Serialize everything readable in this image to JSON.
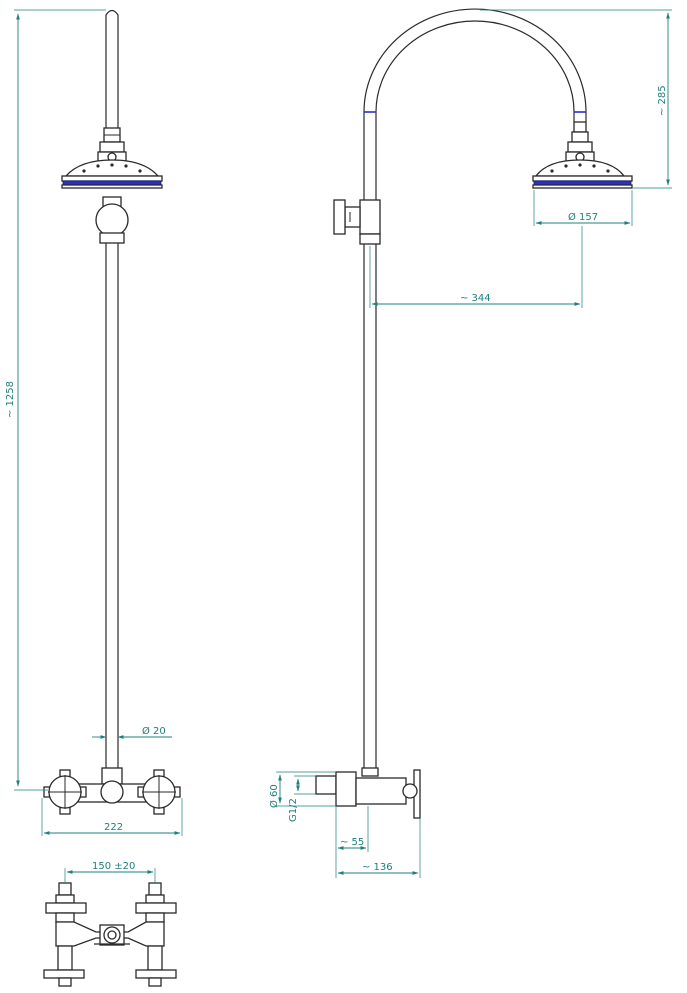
{
  "colors": {
    "dimension": "#1f7f7f",
    "outline": "#2a2a2a",
    "seal": "#2b2fd0"
  },
  "dimensions": {
    "total_height": "~ 1258",
    "pipe_diameter": "Ø 20",
    "mixer_width": "222",
    "arm_height": "~ 285",
    "head_diameter": "Ø 157",
    "arm_reach": "~ 344",
    "body_diameter": "Ø 60",
    "thread": "G1/2",
    "wall_offset": "~ 55",
    "handle_depth": "~ 136",
    "connection_spacing": "150 ±20"
  }
}
